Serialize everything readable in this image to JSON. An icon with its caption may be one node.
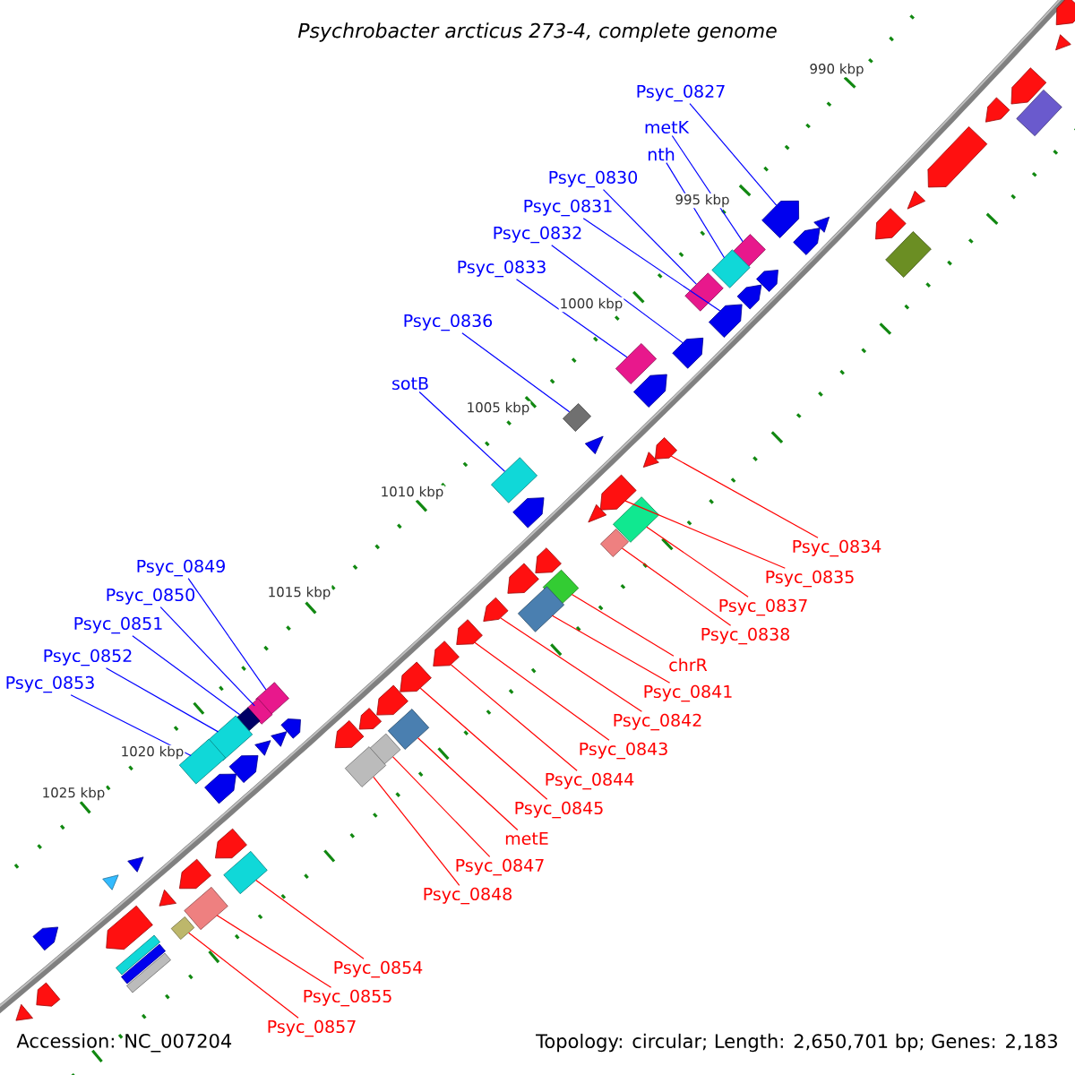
{
  "diagram": {
    "title": "Psychrobacter arcticus 273-4, complete genome",
    "nodes": [
      {
        "text": [
          "Psyc_0827"
        ]
      },
      {
        "text": [
          "metK"
        ]
      },
      {
        "text": [
          "nth"
        ]
      },
      {
        "text": [
          "Psyc_0830"
        ]
      },
      {
        "text": [
          "Psyc_0831"
        ]
      },
      {
        "text": [
          "Psyc_0832"
        ]
      },
      {
        "text": [
          "Psyc_0833"
        ]
      },
      {
        "text": [
          "Psyc_0836"
        ]
      },
      {
        "text": [
          "sotB"
        ]
      },
      {
        "text": [
          "Psyc_0849"
        ]
      },
      {
        "text": [
          "Psyc_0850"
        ]
      },
      {
        "text": [
          "Psyc_0851"
        ]
      },
      {
        "text": [
          "Psyc_0852"
        ]
      },
      {
        "text": [
          "Psyc_0853"
        ]
      },
      {
        "text": [
          "Psyc_0834"
        ]
      },
      {
        "text": [
          "Psyc_0835"
        ]
      },
      {
        "text": [
          "Psyc_0837"
        ]
      },
      {
        "text": [
          "Psyc_0838"
        ]
      },
      {
        "text": [
          "chrR"
        ]
      },
      {
        "text": [
          "Psyc_0841"
        ]
      },
      {
        "text": [
          "Psyc_0842"
        ]
      },
      {
        "text": [
          "Psyc_0843"
        ]
      },
      {
        "text": [
          "Psyc_0844"
        ]
      },
      {
        "text": [
          "Psyc_0845"
        ]
      },
      {
        "text": [
          "metE"
        ]
      },
      {
        "text": [
          "Psyc_0847"
        ]
      },
      {
        "text": [
          "Psyc_0848"
        ]
      },
      {
        "text": [
          "Psyc_0854"
        ]
      },
      {
        "text": [
          "Psyc_0855"
        ]
      },
      {
        "text": [
          "Psyc_0857"
        ]
      },
      {
        "text": [],
        "shape": "arrow"
      },
      {
        "text": [],
        "shape": "diamond"
      },
      {
        "text": [],
        "shape": "diamond"
      },
      {
        "text": [],
        "shape": "box"
      },
      {
        "text": [],
        "shape": "arrow"
      },
      {
        "text": [],
        "shape": "arrow"
      },
      {
        "text": [],
        "shape": "box"
      },
      {
        "text": [],
        "shape": "diamond"
      },
      {
        "text": [],
        "shape": "box"
      },
      {
        "text": [],
        "shape": "diamond"
      },
      {
        "text": [],
        "shape": "box"
      },
      {
        "text": [],
        "shape": "diamond"
      },
      {
        "text": [],
        "shape": "box"
      },
      {
        "text": [],
        "shape": "box"
      },
      {
        "text": [],
        "shape": "arrow"
      },
      {
        "text": [],
        "shape": "arrow"
      },
      {
        "text": [],
        "shape": "box"
      },
      {
        "text": [],
        "shape": "diamond"
      },
      {
        "text": [],
        "shape": "diamond"
      },
      {
        "text": [],
        "shape": "box"
      },
      {
        "text": [],
        "shape": "arrow"
      },
      {
        "text": [],
        "shape": "arrow"
      },
      {
        "text": [],
        "shape": "arrow"
      },
      {
        "text": [],
        "shape": "arrow"
      },
      {
        "text": [],
        "shape": "box"
      },
      {
        "text": [],
        "shape": "diamond"
      },
      {
        "text": [],
        "shape": "box"
      },
      {
        "text": [],
        "shape": "box"
      },
      {
        "text": [],
        "shape": "box"
      },
      {
        "text": [],
        "shape": "diamond"
      },
      {
        "text": [],
        "shape": "arrow"
      },
      {
        "text": [],
        "shape": "triangle"
      },
      {
        "text": [],
        "shape": "arrow"
      },
      {
        "text": [],
        "shape": "arrow"
      },
      {
        "text": [],
        "shape": "box"
      },
      {
        "text": [],
        "shape": "arrow"
      },
      {
        "text": [],
        "shape": "triangle"
      },
      {
        "text": [],
        "shape": "triangle"
      },
      {
        "text": [],
        "shape": "arrow"
      },
      {
        "text": [],
        "shape": "arrow"
      },
      {
        "text": [],
        "shape": "box"
      },
      {
        "text": [],
        "shape": "arrow"
      },
      {
        "text": [],
        "shape": "arrow"
      },
      {
        "text": [],
        "shape": "arrow"
      },
      {
        "text": [],
        "shape": "triangle"
      },
      {
        "text": [],
        "shape": "triangle"
      },
      {
        "text": [],
        "shape": "arrow"
      },
      {
        "text": [],
        "shape": "triangle"
      },
      {
        "text": [],
        "shape": "arrow"
      },
      {
        "text": [],
        "shape": "arrow"
      },
      {
        "text": [],
        "shape": "arrow"
      },
      {
        "text": [],
        "shape": "arrow"
      },
      {
        "text": [],
        "shape": "arrow"
      },
      {
        "text": [],
        "shape": "triangle"
      },
      {
        "text": [],
        "shape": "arrow"
      },
      {
        "text": [],
        "shape": "triangle"
      },
      {
        "text": [],
        "shape": "arrow"
      },
      {
        "text": [],
        "shape": "arrow"
      },
      {
        "text": [],
        "shape": "arrow"
      },
      {
        "text": [],
        "shape": "triangle"
      },
      {
        "text": [],
        "shape": "arrow"
      },
      {
        "text": [],
        "shape": "triangle"
      },
      {
        "text": [],
        "shape": "triangle"
      },
      {
        "text": [],
        "shape": "arrow"
      },
      {
        "text": [],
        "shape": "arrow"
      },
      {
        "text": [],
        "shape": "bar"
      },
      {
        "text": [],
        "shape": "bar"
      },
      {
        "text": [],
        "shape": "bar"
      },
      {
        "text": [],
        "shape": "arrow"
      },
      {
        "text": [],
        "shape": "triangle"
      }
    ],
    "edges": [
      {
        "from": 0,
        "to": 30,
        "arrow": "none",
        "color": "#0000ff"
      },
      {
        "from": 1,
        "to": 31,
        "arrow": "none",
        "color": "#0000ff"
      },
      {
        "from": 2,
        "to": 32,
        "arrow": "none",
        "color": "#0000ff"
      },
      {
        "from": 3,
        "to": 33,
        "arrow": "none",
        "color": "#0000ff"
      },
      {
        "from": 4,
        "to": 34,
        "arrow": "none",
        "color": "#0000ff"
      },
      {
        "from": 5,
        "to": 35,
        "arrow": "none",
        "color": "#0000ff"
      },
      {
        "from": 6,
        "to": 36,
        "arrow": "none",
        "color": "#0000ff"
      },
      {
        "from": 7,
        "to": 37,
        "arrow": "none",
        "color": "#0000ff"
      },
      {
        "from": 8,
        "to": 38,
        "arrow": "none",
        "color": "#0000ff"
      },
      {
        "from": 9,
        "to": 39,
        "arrow": "none",
        "color": "#0000ff"
      },
      {
        "from": 10,
        "to": 40,
        "arrow": "none",
        "color": "#0000ff"
      },
      {
        "from": 11,
        "to": 41,
        "arrow": "none",
        "color": "#0000ff"
      },
      {
        "from": 12,
        "to": 42,
        "arrow": "none",
        "color": "#0000ff"
      },
      {
        "from": 13,
        "to": 43,
        "arrow": "none",
        "color": "#0000ff"
      },
      {
        "from": 14,
        "to": 44,
        "arrow": "none"
      },
      {
        "from": 15,
        "to": 45,
        "arrow": "none"
      },
      {
        "from": 16,
        "to": 46,
        "arrow": "none"
      },
      {
        "from": 17,
        "to": 47,
        "arrow": "none"
      },
      {
        "from": 18,
        "to": 48,
        "arrow": "none"
      },
      {
        "from": 19,
        "to": 49,
        "arrow": "none"
      },
      {
        "from": 20,
        "to": 50,
        "arrow": "none"
      },
      {
        "from": 21,
        "to": 51,
        "arrow": "none"
      },
      {
        "from": 22,
        "to": 52,
        "arrow": "none"
      },
      {
        "from": 23,
        "to": 53,
        "arrow": "none"
      },
      {
        "from": 24,
        "to": 54,
        "arrow": "none"
      },
      {
        "from": 25,
        "to": 55,
        "arrow": "none"
      },
      {
        "from": 26,
        "to": 56,
        "arrow": "none"
      },
      {
        "from": 27,
        "to": 57,
        "arrow": "none"
      },
      {
        "from": 28,
        "to": 58,
        "arrow": "none"
      },
      {
        "from": 29,
        "to": 59,
        "arrow": "none"
      }
    ],
    "labels": [
      "990 kbp",
      "995 kbp",
      "1000 kbp",
      "1005 kbp",
      "1010 kbp",
      "1015 kbp",
      "1020 kbp",
      "1025 kbp",
      "Accession: NC_007204",
      "Topology: circular; Length: 2,650,701 bp; Genes: 2,183"
    ]
  }
}
